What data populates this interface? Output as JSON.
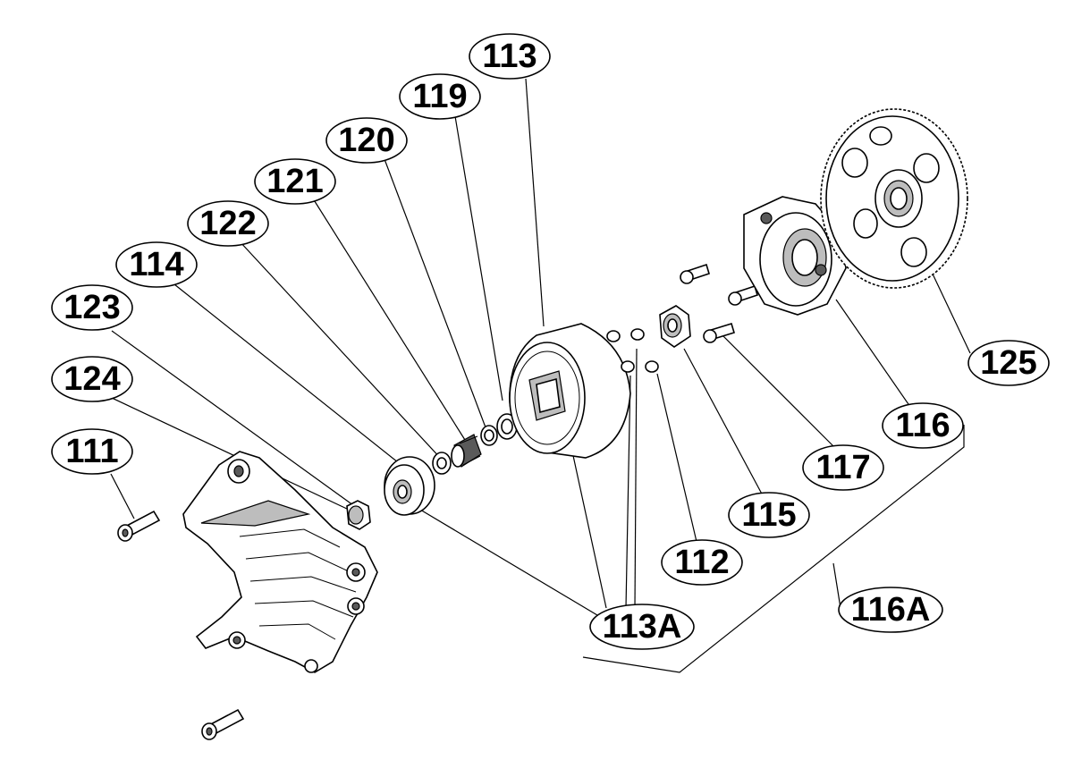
{
  "callouts": {
    "c113": "113",
    "c119": "119",
    "c120": "120",
    "c121": "121",
    "c122": "122",
    "c114": "114",
    "c123": "123",
    "c124": "124",
    "c111": "111",
    "c125": "125",
    "c116": "116",
    "c117": "117",
    "c115": "115",
    "c112": "112",
    "c113A": "113A",
    "c116A": "116A"
  }
}
